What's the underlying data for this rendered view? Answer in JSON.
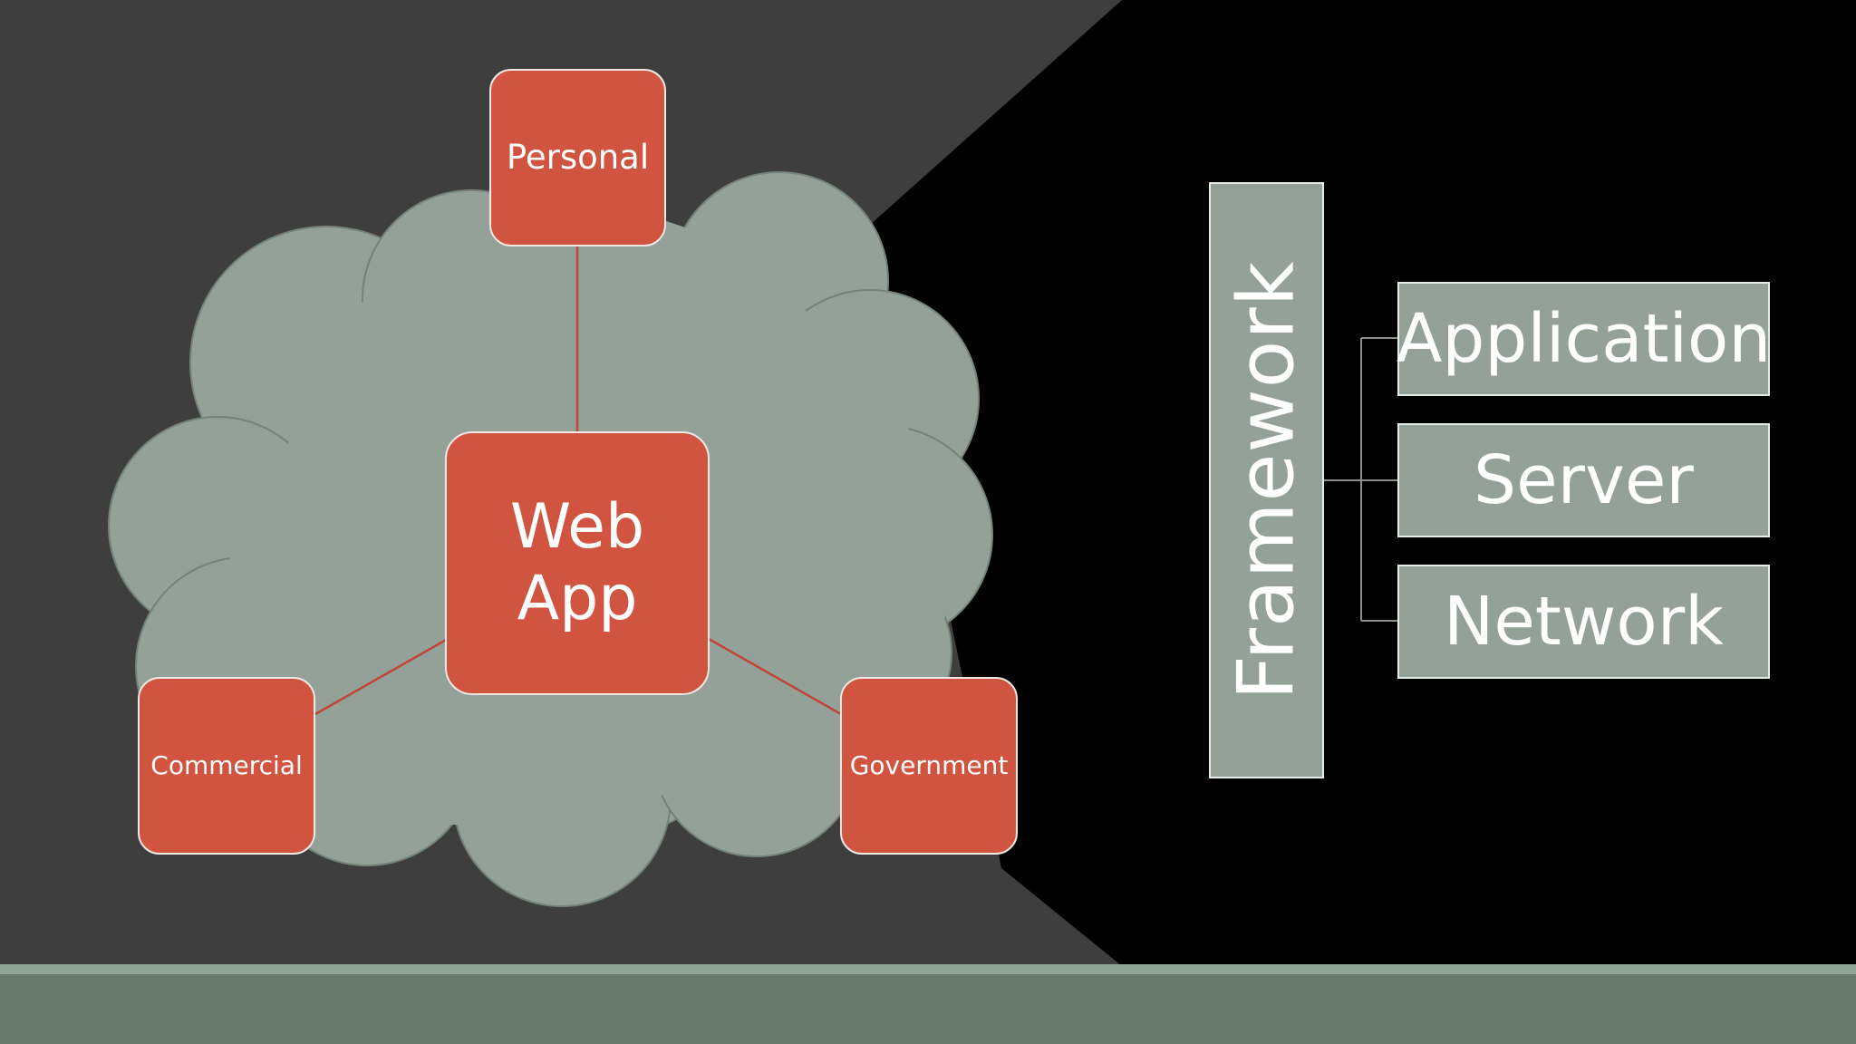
{
  "colors": {
    "background_dark": "#3f3e3f",
    "background_black": "#000000",
    "cloud": "#93a198",
    "node": "#d0543f",
    "footer": "#68796d",
    "footer_top": "#90a596"
  },
  "left_diagram": {
    "center_node": {
      "line1": "Web",
      "line2": "App"
    },
    "nodes": {
      "personal": "Personal",
      "commercial": "Commercial",
      "government": "Government"
    }
  },
  "right_diagram": {
    "root": "Framework",
    "children": [
      "Application",
      "Server",
      "Network"
    ]
  }
}
